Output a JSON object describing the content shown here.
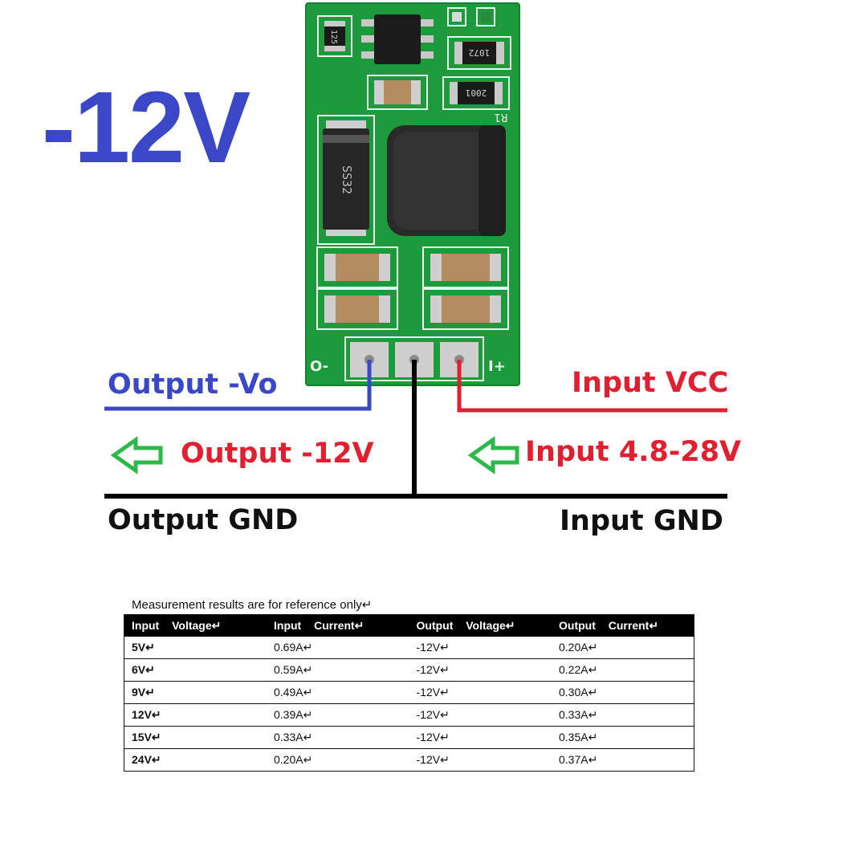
{
  "title": "-12V",
  "board": {
    "silk_left": "O-",
    "silk_right": "I+",
    "inductor_label": "R1",
    "resistor_top_label": "125",
    "resistor_right1_label": "1072",
    "resistor_right2_label": "2001",
    "diode_label": "SS32"
  },
  "labels": {
    "output_vo": "Output -Vo",
    "input_vcc": "Input VCC",
    "output_voltage": "Output -12V",
    "input_range": "Input 4.8-28V",
    "output_gnd": "Output GND",
    "input_gnd": "Input GND"
  },
  "colors": {
    "blue": "#3a48c8",
    "red": "#e02030",
    "green": "#2db84a",
    "pcb": "#1c9a3c"
  },
  "table": {
    "note": "Measurement results are for reference only↵",
    "headers": [
      "Input Voltage↵",
      "Input Current↵",
      "Output Voltage↵",
      "Output Current↵"
    ],
    "rows": [
      [
        "5V↵",
        "0.69A↵",
        "-12V↵",
        "0.20A↵"
      ],
      [
        "6V↵",
        "0.59A↵",
        "-12V↵",
        "0.22A↵"
      ],
      [
        "9V↵",
        "0.49A↵",
        "-12V↵",
        "0.30A↵"
      ],
      [
        "12V↵",
        "0.39A↵",
        "-12V↵",
        "0.33A↵"
      ],
      [
        "15V↵",
        "0.33A↵",
        "-12V↵",
        "0.35A↵"
      ],
      [
        "24V↵",
        "0.20A↵",
        "-12V↵",
        "0.37A↵"
      ]
    ]
  }
}
